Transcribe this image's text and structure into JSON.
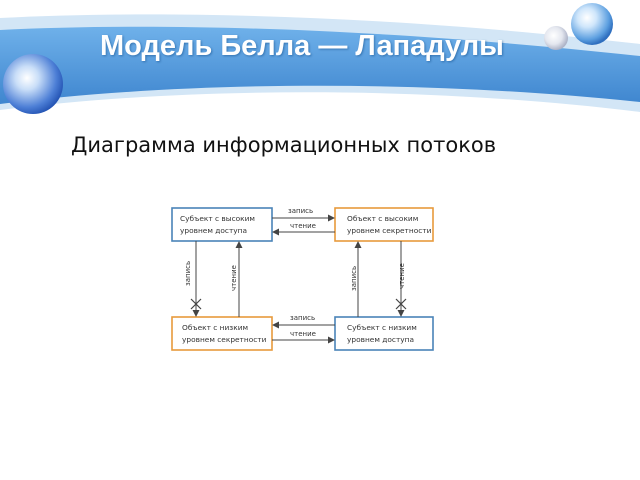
{
  "slide": {
    "title": "Модель Белла — Лападулы",
    "subtitle": "Диаграмма информационных потоков"
  },
  "diagram": {
    "nodes": {
      "subject_high": {
        "line1": "Субъект с высоким",
        "line2": "уровнем доступа",
        "border_color": "#4a84b8"
      },
      "object_high": {
        "line1": "Объект с высоким",
        "line2": "уровнем секретности",
        "border_color": "#e89a3c"
      },
      "object_low": {
        "line1": "Объект с низким",
        "line2": "уровнем секретности",
        "border_color": "#e89a3c"
      },
      "subject_low": {
        "line1": "Субъект с низким",
        "line2": "уровнем доступа",
        "border_color": "#4a84b8"
      }
    },
    "edges": {
      "top_write": "запись",
      "top_read": "чтение",
      "left_write": "запись",
      "left_read": "чтение",
      "right_write": "запись",
      "right_read": "чтение",
      "bottom_write": "запись",
      "bottom_read": "чтение"
    }
  },
  "colors": {
    "header_band": "#4a90d6",
    "header_band_light": "#cfe4f6",
    "arrow": "#444444"
  }
}
